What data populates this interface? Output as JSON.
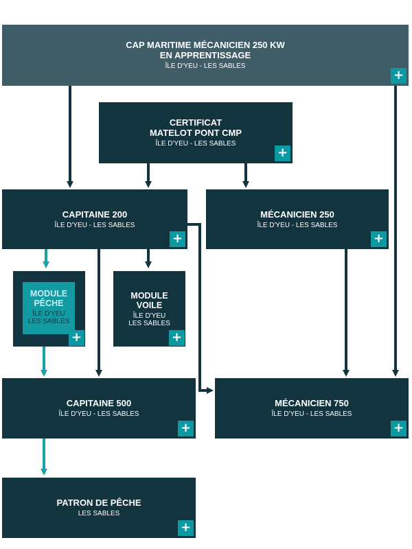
{
  "nodes": {
    "cap": {
      "title_line1": "CAP MARITIME MÉCANICIEN 250 KW",
      "title_line2": "EN APPRENTISSAGE",
      "subtitle": "ÎLE D'YEU - LES SABLES",
      "button": "+"
    },
    "certificat": {
      "title_line1": "CERTIFICAT",
      "title_line2": "MATELOT PONT CMP",
      "subtitle": "ÎLE D'YEU - LES SABLES",
      "button": "+"
    },
    "capitaine200": {
      "title": "CAPITAINE 200",
      "subtitle": "ÎLE D'YEU - LES SABLES",
      "button": "+"
    },
    "mecanicien250": {
      "title": "MÉCANICIEN 250",
      "subtitle": "ÎLE D'YEU - LES SABLES",
      "button": "+"
    },
    "module_peche": {
      "title_line1": "MODULE",
      "title_line2": "PÊCHE",
      "subtitle_line1": "ÎLE D'YEU",
      "subtitle_line2": "LES SABLES",
      "button": "+"
    },
    "module_voile": {
      "title_line1": "MODULE",
      "title_line2": "VOILE",
      "subtitle_line1": "ÎLE D'YEU",
      "subtitle_line2": "LES SABLES",
      "button": "+"
    },
    "capitaine500": {
      "title": "CAPITAINE 500",
      "subtitle": "ÎLE D'YEU - LES SABLES",
      "button": "+"
    },
    "mecanicien750": {
      "title": "MÉCANICIEN 750",
      "subtitle": "ÎLE D'YEU - LES SABLES",
      "button": "+"
    },
    "patron": {
      "title": "PATRON DE PÊCHE",
      "subtitle": "LES SABLES",
      "button": "+"
    }
  },
  "colors": {
    "node": "#12343f",
    "node_top": "#3f5d66",
    "accent": "#0c9aa2",
    "arrow_teal": "#19a2a8",
    "arrow_dark": "#12343f"
  },
  "icons": {
    "expand": "plus-icon",
    "arrow": "arrow-down-icon"
  }
}
